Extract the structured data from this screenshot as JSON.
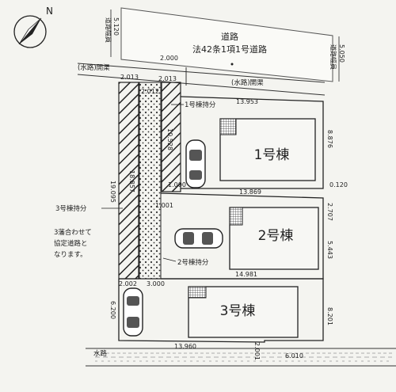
{
  "road": {
    "name": "道路",
    "type": "法42条1項1号道路",
    "width_left_label": "道路幅員",
    "width_left_value": "5.120",
    "width_right_label": "道路幅員",
    "width_right_value": "5.050"
  },
  "compass": {
    "north": "N"
  },
  "channel": {
    "open_left": "(水路)開渠",
    "open_right": "(水路)開渠",
    "bottom": "水路"
  },
  "buildings": [
    {
      "label": "1号棟"
    },
    {
      "label": "2号棟"
    },
    {
      "label": "3号棟"
    }
  ],
  "shares": {
    "b1": "1号棟持分",
    "b2": "2号棟持分",
    "b3": "3号棟持分"
  },
  "note": [
    "3藩合わせて",
    "協定道路と",
    "なります。"
  ],
  "dimensions": {
    "d2013a": "2.013",
    "d2013b": "2.013",
    "d2000": "2.000",
    "d2012": "2.012",
    "d13953": "13.953",
    "d10528": "10.528",
    "d19095": "19.095",
    "d18857": "18.857",
    "d8876": "8.876",
    "d13869": "13.869",
    "d1000": "1.000",
    "d0120": "0.120",
    "d1001": "1.001",
    "d2707": "2.707",
    "d5443": "5.443",
    "d14981": "14.981",
    "d2002": "2.002",
    "d3000": "3.000",
    "d6200": "6.200",
    "d8201": "8.201",
    "d13960": "13.960",
    "d2001": "2.001",
    "d6010": "6.010"
  }
}
